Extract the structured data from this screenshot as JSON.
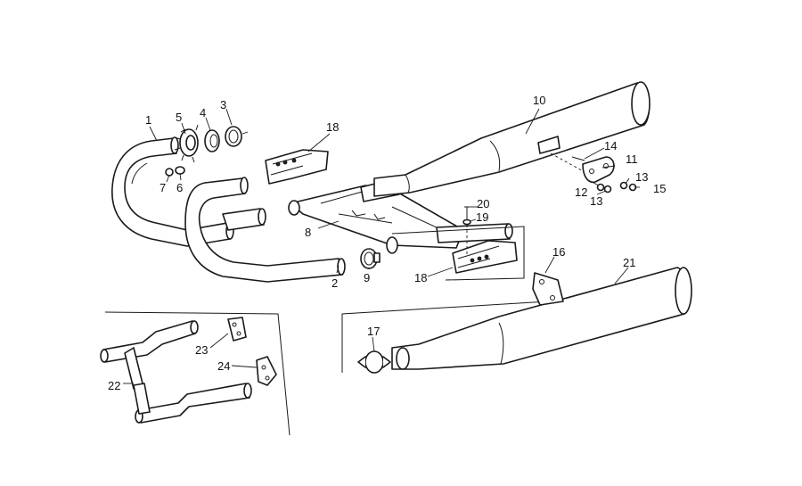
{
  "callouts": [
    {
      "id": "c1",
      "label": "1",
      "part": "left front exhaust pipe"
    },
    {
      "id": "c2",
      "label": "2",
      "part": "right front exhaust pipe"
    },
    {
      "id": "c3",
      "label": "3",
      "part": "gasket"
    },
    {
      "id": "c4",
      "label": "4",
      "part": "ring"
    },
    {
      "id": "c5",
      "label": "5",
      "part": "ring nut"
    },
    {
      "id": "c6",
      "label": "6",
      "part": "washer"
    },
    {
      "id": "c7",
      "label": "7",
      "part": "nut"
    },
    {
      "id": "c8",
      "label": "8",
      "part": "crossover pipe"
    },
    {
      "id": "c9",
      "label": "9",
      "part": "clamp"
    },
    {
      "id": "c10",
      "label": "10",
      "part": "left muffler"
    },
    {
      "id": "c11",
      "label": "11",
      "part": "muffler bracket"
    },
    {
      "id": "c12",
      "label": "12",
      "part": "washer"
    },
    {
      "id": "c13a",
      "label": "13",
      "part": "washer"
    },
    {
      "id": "c13b",
      "label": "13",
      "part": "washer"
    },
    {
      "id": "c14",
      "label": "14",
      "part": "screw"
    },
    {
      "id": "c15",
      "label": "15",
      "part": "nut"
    },
    {
      "id": "c16",
      "label": "16",
      "part": "muffler bracket"
    },
    {
      "id": "c17",
      "label": "17",
      "part": "clamp"
    },
    {
      "id": "c18a",
      "label": "18",
      "part": "heat shield"
    },
    {
      "id": "c18b",
      "label": "18",
      "part": "heat shield"
    },
    {
      "id": "c19",
      "label": "19",
      "part": "washer"
    },
    {
      "id": "c20",
      "label": "20",
      "part": "screw"
    },
    {
      "id": "c21",
      "label": "21",
      "part": "right muffler"
    },
    {
      "id": "c22",
      "label": "22",
      "part": "exhaust pipe assembly"
    },
    {
      "id": "c23",
      "label": "23",
      "part": "bracket"
    },
    {
      "id": "c24",
      "label": "24",
      "part": "bracket"
    }
  ]
}
